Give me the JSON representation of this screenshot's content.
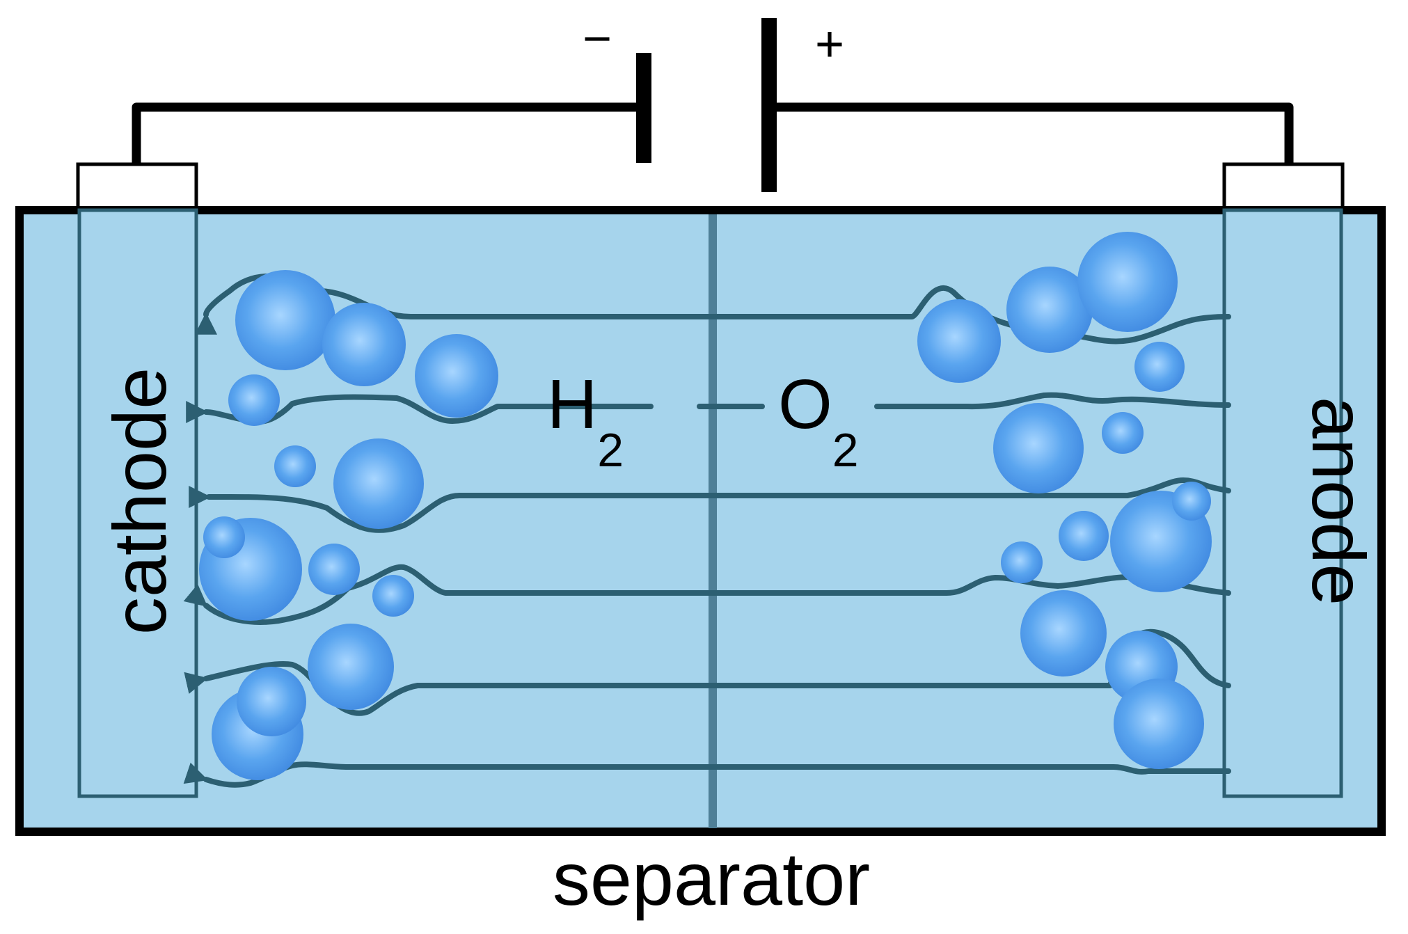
{
  "labels": {
    "negative_terminal": "−",
    "positive_terminal": "+",
    "cathode": "cathode",
    "anode": "anode",
    "hydrogen_base": "H",
    "hydrogen_sub": "2",
    "oxygen_base": "O",
    "oxygen_sub": "2",
    "separator": "separator"
  },
  "colors": {
    "electrolyte": "#a6d4ec",
    "outline": "#000000",
    "flow_line": "#2c5f72",
    "bubble": "#4a96e8",
    "bubble_highlight": "#9fd0ff"
  }
}
